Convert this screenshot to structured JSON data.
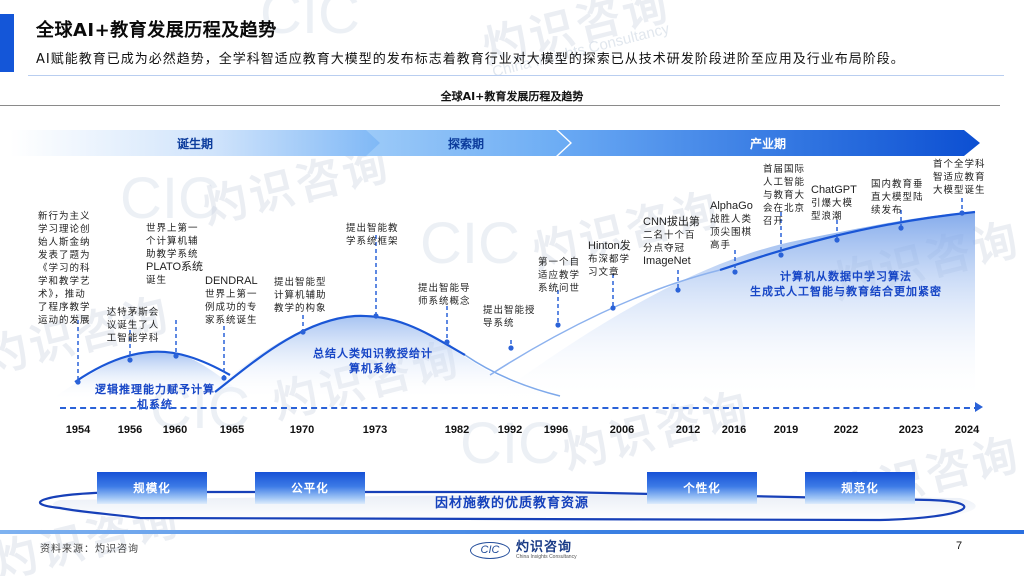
{
  "header": {
    "title": "全球AI+教育发展历程及趋势",
    "subtitle": "AI赋能教育已成为必然趋势，全学科智适应教育大模型的发布标志着教育行业对大模型的探索已从技术研发阶段进阶至应用及行业布局阶段。"
  },
  "chart": {
    "title": "全球AI+教育发展历程及趋势",
    "phases": [
      {
        "label": "诞生期"
      },
      {
        "label": "探索期"
      },
      {
        "label": "产业期"
      }
    ],
    "area_labels": [
      {
        "line1": "逻辑推理能力赋予计算",
        "line2": "机系统"
      },
      {
        "line1": "总结人类知识教授给计",
        "line2": "算机系统"
      },
      {
        "line1": "计算机从数据中学习算法",
        "line2": "生成式人工智能与教育结合更加紧密"
      }
    ],
    "years": [
      "1954",
      "1956",
      "1960",
      "1965",
      "1970",
      "1973",
      "1982",
      "1992",
      "1996",
      "2006",
      "2012",
      "2016",
      "2019",
      "2022",
      "2023",
      "2024"
    ],
    "events": [
      {
        "year": "1954",
        "lines": [
          "新行为主义",
          "学习理论创",
          "始人斯金纳",
          "发表了题为",
          "《学习的科",
          "学和教学艺",
          "术》，推动",
          "了程序教学",
          "运动的发展"
        ]
      },
      {
        "year": "1956",
        "lines": [
          "达特茅斯会",
          "议诞生了人",
          "工智能学科"
        ]
      },
      {
        "year": "1960",
        "lines": [
          "世界上第一",
          "个计算机辅",
          "助教学系统",
          "PLATO系统",
          "诞生"
        ]
      },
      {
        "year": "1965",
        "lines": [
          "DENDRAL",
          "世界上第一",
          "例成功的专",
          "家系统诞生"
        ]
      },
      {
        "year": "1970",
        "lines": [
          "提出智能型",
          "计算机辅助",
          "教学的构象"
        ]
      },
      {
        "year": "1973",
        "lines": [
          "提出智能教",
          "学系统框架"
        ]
      },
      {
        "year": "1982",
        "lines": [
          "提出智能导",
          "师系统概念"
        ]
      },
      {
        "year": "1992",
        "lines": [
          "提出智能授",
          "导系统"
        ]
      },
      {
        "year": "1996",
        "lines": [
          "第一个自",
          "适应教学",
          "系统问世"
        ]
      },
      {
        "year": "2006",
        "lines": [
          "Hinton发",
          "布深都学",
          "习文章"
        ]
      },
      {
        "year": "2012",
        "lines": [
          "CNN拔出第",
          "二名十个百",
          "分点夺冠",
          "ImageNet"
        ]
      },
      {
        "year": "2016",
        "lines": [
          "AlphaGo",
          "战胜人类",
          "顶尖围棋",
          "高手"
        ]
      },
      {
        "year": "2019",
        "lines": [
          "首届国际",
          "人工智能",
          "与教育大",
          "会在北京",
          "召开"
        ]
      },
      {
        "year": "2022",
        "lines": [
          "ChatGPT",
          "引爆大模",
          "型浪潮"
        ]
      },
      {
        "year": "2023",
        "lines": [
          "国内教育垂",
          "直大模型陆",
          "续发布"
        ]
      },
      {
        "year": "2024",
        "lines": [
          "首个全学科",
          "智适应教育",
          "大模型诞生"
        ]
      }
    ]
  },
  "trend": {
    "pillars": [
      "规模化",
      "公平化",
      "个性化",
      "规范化"
    ],
    "center_label": "因材施教的优质教育资源"
  },
  "footer": {
    "source": "资料来源：灼识咨询",
    "logo_mark": "CIC",
    "logo_name": "灼识咨询",
    "logo_name_en": "China Insights Consultancy",
    "page_number": "7"
  },
  "colors": {
    "accent": "#1456d8",
    "curve_line": "#1a56d6",
    "label_blue": "#1541bc"
  }
}
